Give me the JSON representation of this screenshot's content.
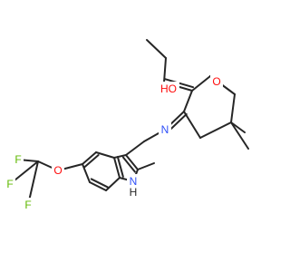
{
  "colors": {
    "background": "#ffffff",
    "bond": "#262626",
    "oxygen": "#ff0d0d",
    "nitrogen": "#3050f8",
    "fluorine": "#5fb800",
    "hydrogen": "#262626"
  },
  "atom_labels": {
    "hydroxyl": "HO",
    "ketone_oxygen": "O",
    "imine_nitrogen": "N",
    "ether_oxygen": "O",
    "fluorine_top": "F",
    "fluorine_left": "F",
    "fluorine_bottom": "F",
    "indole_nh": "H",
    "indole_n": "N"
  }
}
